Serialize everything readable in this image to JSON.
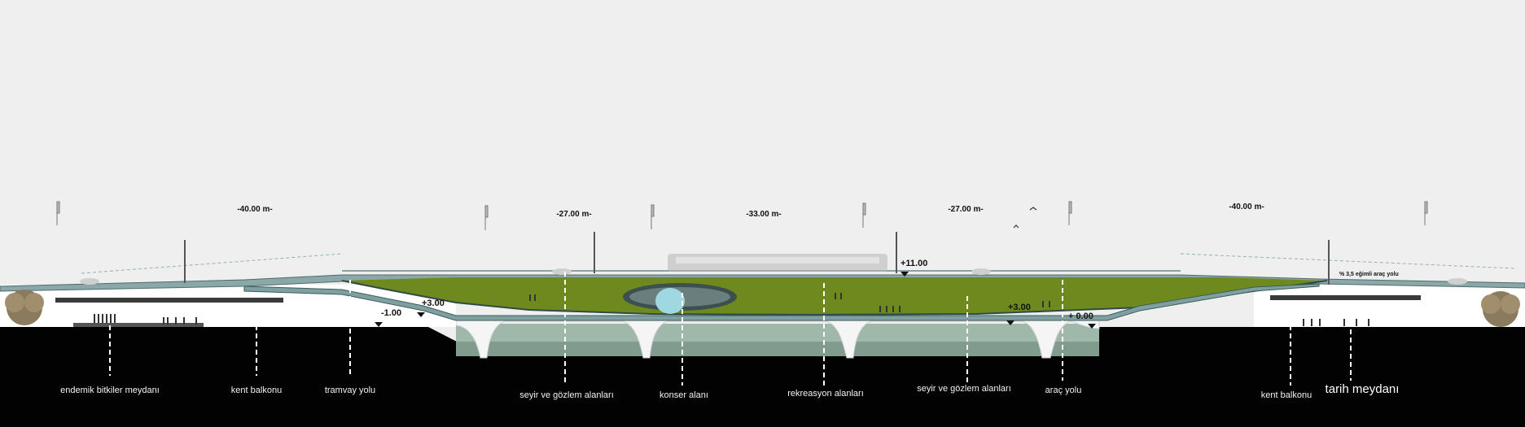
{
  "dimensions": [
    "-40.00 m-",
    "-27.00 m-",
    "-33.00 m-",
    "-27.00 m-",
    "-40.00 m-"
  ],
  "levels": {
    "top": "+11.00",
    "left_a": "-1.00",
    "left_b": "+3.00",
    "right_a": "+3.00",
    "right_b": "+ 0.00"
  },
  "road_note": "% 3,5 eğimli araç yolu",
  "labels": [
    "endemik bitkiler meydanı",
    "kent balkonu",
    "tramvay yolu",
    "seyir ve gözlem alanları",
    "konser alanı",
    "rekreasyon alanları",
    "seyir ve gözlem alanları",
    "araç yolu",
    "kent balkonu",
    "tarih meydanı"
  ],
  "colors": {
    "sky": "#efefef",
    "ground": "#020202",
    "lawn": "#6e8a1e",
    "deck_edge": "#5f8684",
    "water": "#9fb8aa",
    "arch": "#f5f5f5"
  }
}
